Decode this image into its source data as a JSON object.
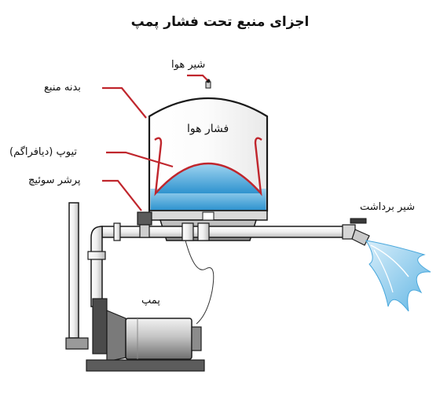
{
  "title": "اجزای منبع تحت فشار پمپ",
  "labels": {
    "air_valve": "شیر هوا",
    "tank_body": "بدنه منبع",
    "air_pressure": "فشار هوا",
    "diaphragm": "تیوپ (دیافراگم)",
    "pressure_switch": "پرشر سوئیچ",
    "outlet_valve": "شیر برداشت",
    "pump": "پمپ"
  },
  "colors": {
    "leader": "#c0262d",
    "water": "#4aa8dc",
    "steel": "#d9dbdd",
    "outline": "#1a1a1a"
  }
}
